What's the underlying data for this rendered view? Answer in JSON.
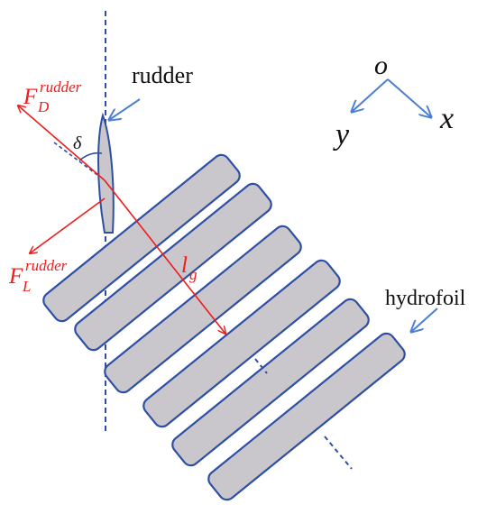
{
  "labels": {
    "rudder": "rudder",
    "hydrofoil": "hydrofoil",
    "origin": "o",
    "axis_x": "x",
    "axis_y": "y",
    "angle": "δ",
    "drag_force_base": "F",
    "drag_force_sub": "D",
    "drag_force_sup": "rudder",
    "lift_force_base": "F",
    "lift_force_sub": "L",
    "lift_force_sup": "rudder",
    "distance_base": "l",
    "distance_sub": "g"
  },
  "colors": {
    "force_red": "#ee1c1c",
    "outline_blue": "#2e4fa3",
    "arrow_blue": "#4a7fd4",
    "fill_gray": "#c9c7cc",
    "text_black": "#111111"
  },
  "hydrofoil_count": 6
}
